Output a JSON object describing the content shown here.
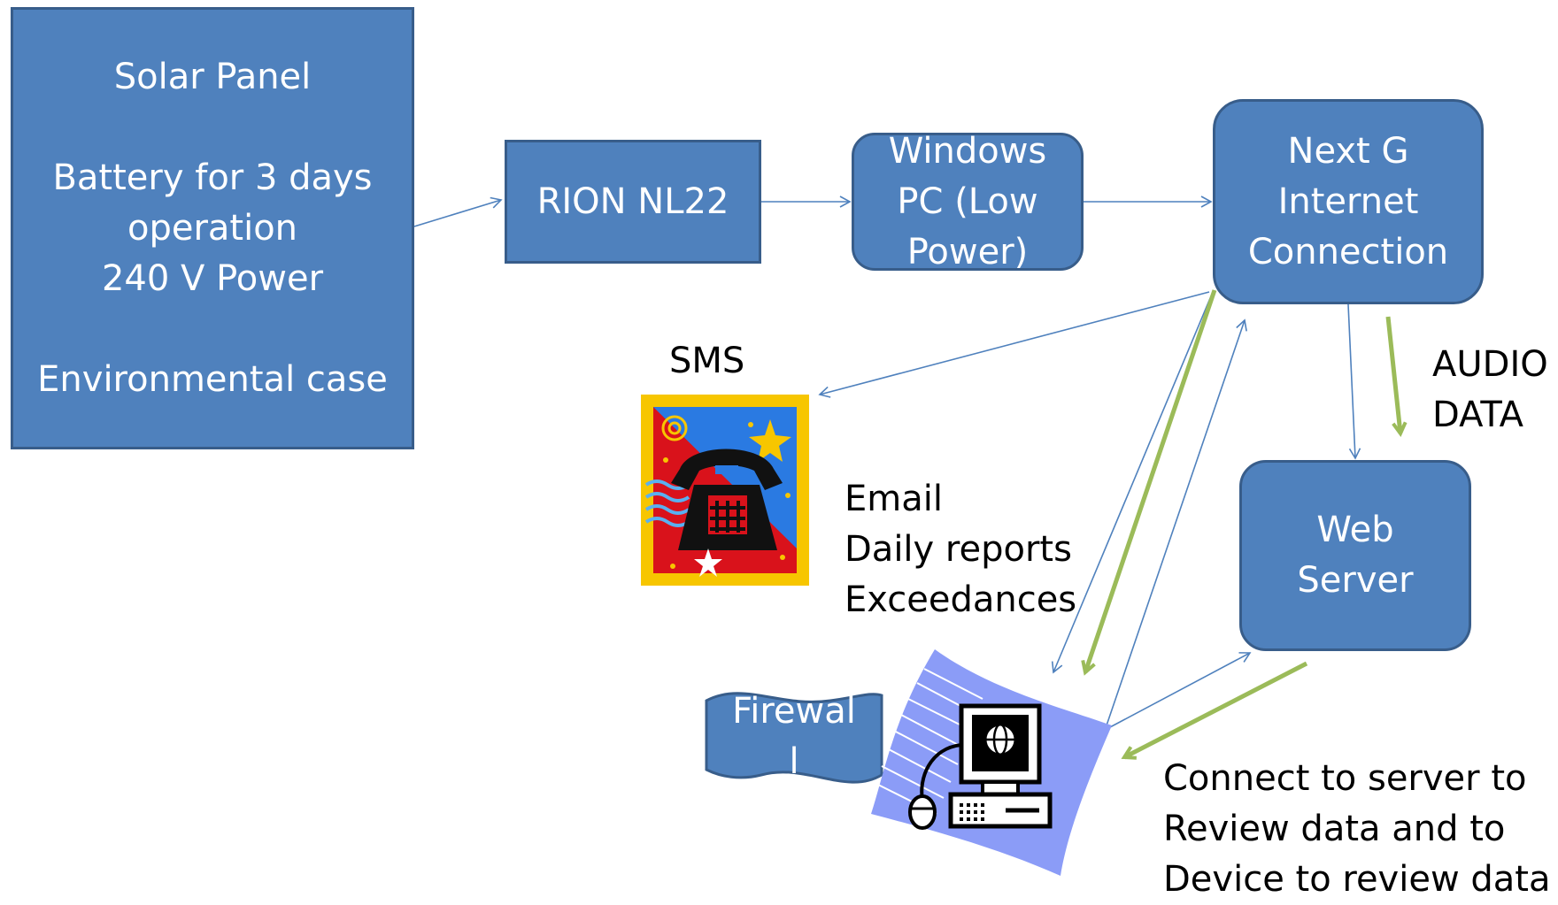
{
  "nodes": {
    "solar": {
      "lines": [
        "Solar Panel",
        "",
        "Battery for 3 days",
        "operation",
        "240 V Power",
        "",
        "Environmental case"
      ]
    },
    "rion": {
      "label": "RION NL22"
    },
    "windows_pc": {
      "lines": [
        "Windows",
        "PC (Low",
        "Power)"
      ]
    },
    "nextg": {
      "lines": [
        "Next G",
        "Internet",
        "Connection"
      ]
    },
    "webserver": {
      "lines": [
        "Web",
        "Server"
      ]
    },
    "firewall": {
      "lines": [
        "Firewal",
        "l"
      ]
    }
  },
  "labels": {
    "sms": "SMS",
    "email_lines": [
      "Email",
      "Daily reports",
      "Exceedances"
    ],
    "audio_lines": [
      "AUDIO",
      "DATA"
    ],
    "connect_lines": [
      "Connect to server to",
      "Review data and to",
      "Device to review data"
    ]
  },
  "colors": {
    "box_fill": "#4f81bd",
    "box_border": "#385d8a",
    "arrow_blue": "#4f81bd",
    "arrow_green": "#9bbb59",
    "computer_wave": "#8b9cf7"
  },
  "icons": [
    "telephone-clipart-icon",
    "computer-clipart-icon"
  ]
}
